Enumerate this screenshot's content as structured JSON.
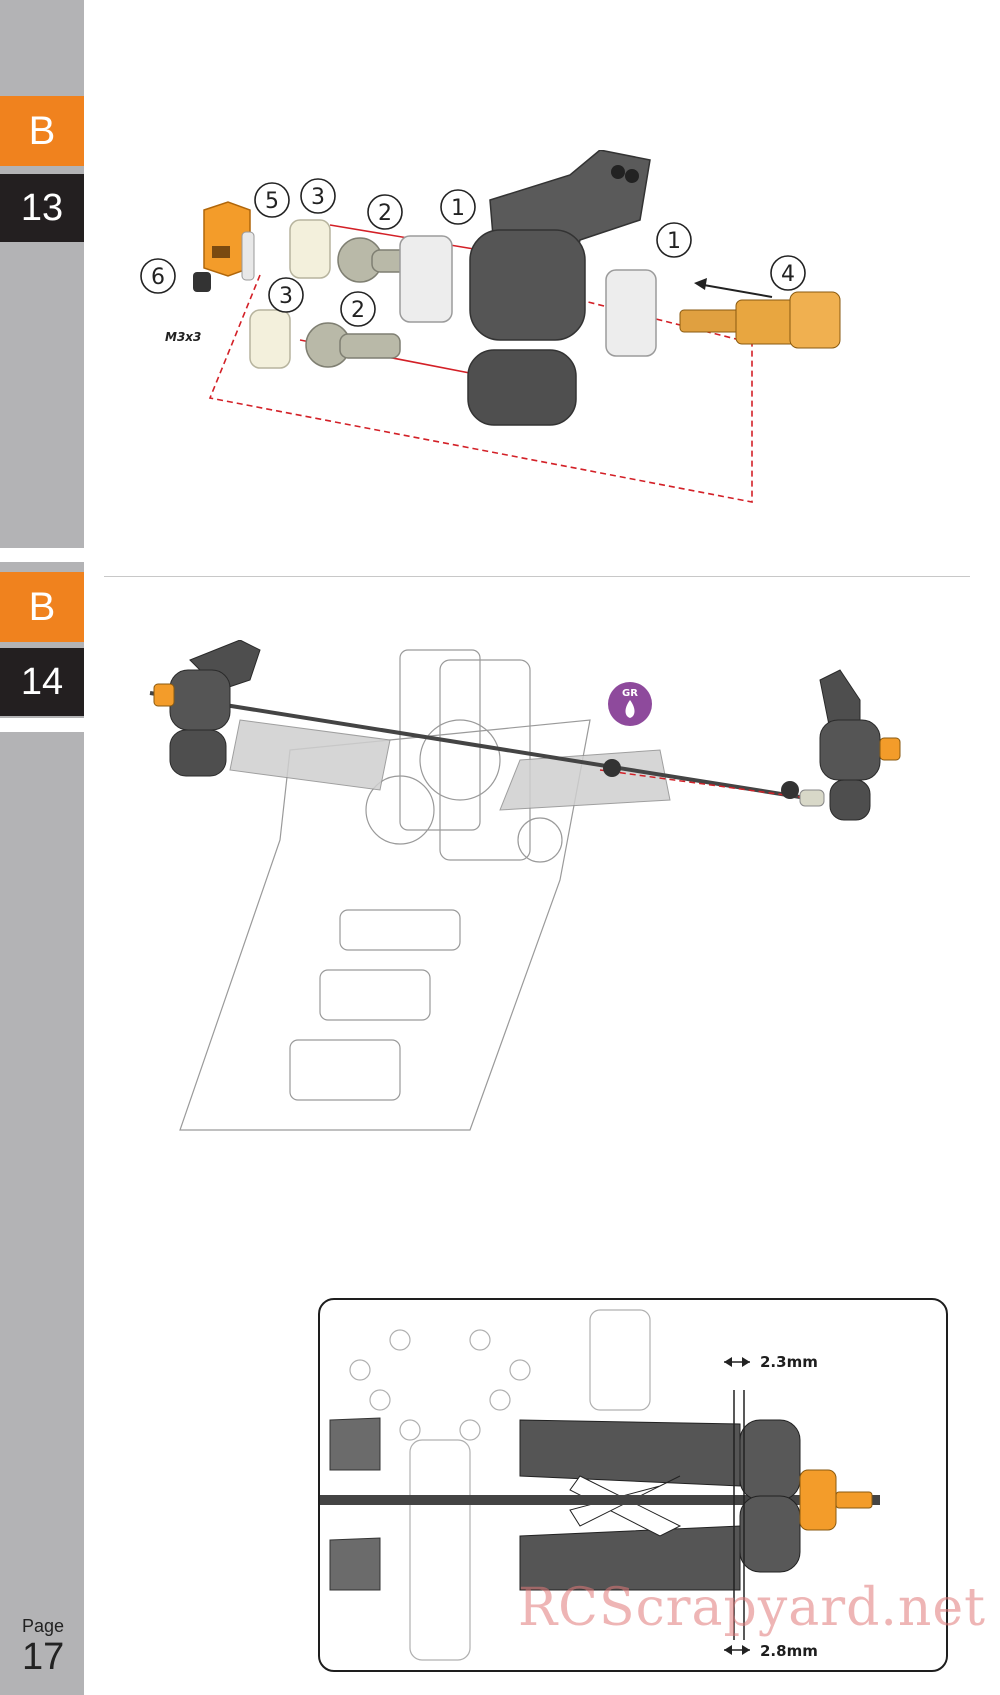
{
  "sidebar": {
    "steps": [
      {
        "section": "B",
        "step": "13"
      },
      {
        "section": "B",
        "step": "14"
      }
    ],
    "page_label": "Page",
    "page_number": "17"
  },
  "step13": {
    "callouts": [
      "1",
      "1",
      "2",
      "2",
      "3",
      "3",
      "4",
      "5",
      "6"
    ],
    "screw_label": "M3x3"
  },
  "step14": {
    "grease_badge": "GR"
  },
  "detail": {
    "dim_top": "2.3mm",
    "dim_bottom": "2.8mm"
  },
  "watermark": "RCScrapyard.net",
  "colors": {
    "accent": "#f0821e",
    "sidebar": "#b3b3b5",
    "step_dark": "#231f20",
    "grease": "#8e4a9c",
    "assembly_line": "#d32027"
  }
}
